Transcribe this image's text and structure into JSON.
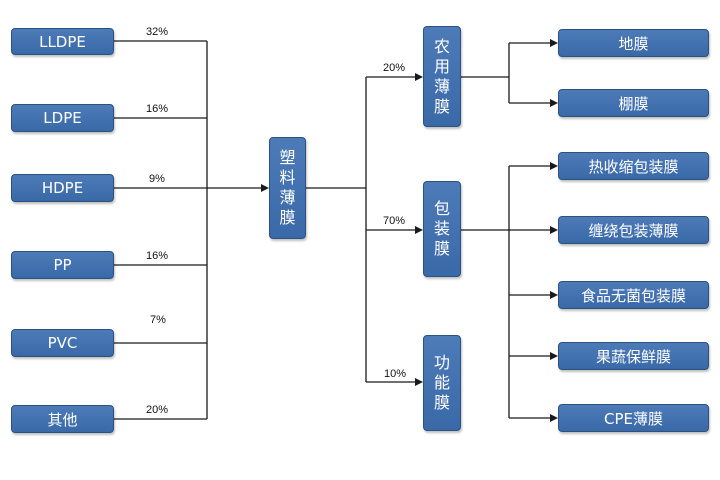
{
  "diagram": {
    "sources": [
      {
        "label": "LLDPE",
        "share": "32%"
      },
      {
        "label": "LDPE",
        "share": "16%"
      },
      {
        "label": "HDPE",
        "share": "9%"
      },
      {
        "label": "PP",
        "share": "16%"
      },
      {
        "label": "PVC",
        "share": "7%"
      },
      {
        "label": "其他",
        "share": "20%"
      }
    ],
    "center": {
      "chars": [
        "塑",
        "料",
        "薄",
        "膜"
      ]
    },
    "categories": [
      {
        "chars": [
          "农",
          "用",
          "薄",
          "膜"
        ],
        "share": "20%"
      },
      {
        "chars": [
          "包",
          "装",
          "膜"
        ],
        "share": "70%"
      },
      {
        "chars": [
          "功",
          "能",
          "膜"
        ],
        "share": "10%"
      }
    ],
    "products": [
      "地膜",
      "棚膜",
      "热收缩包装膜",
      "缠绕包装薄膜",
      "食品无菌包装膜",
      "果蔬保鲜膜",
      "CPE薄膜"
    ]
  },
  "colors": {
    "box": "#3f6fae",
    "line": "#1a1a1a"
  }
}
